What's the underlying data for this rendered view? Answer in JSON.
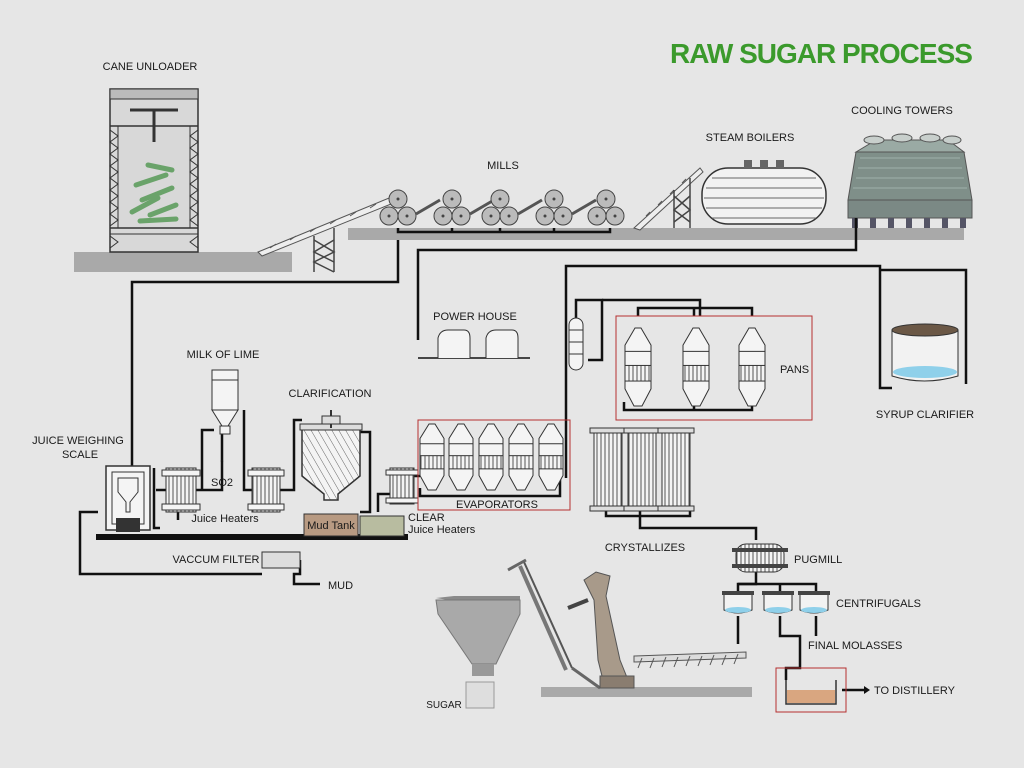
{
  "title": "RAW SUGAR PROCESS",
  "labels": {
    "cane_unloader": "CANE UNLOADER",
    "mills": "MILLS",
    "steam_boilers": "STEAM BOILERS",
    "cooling_towers": "COOLING TOWERS",
    "power_house": "POWER HOUSE",
    "pans": "PANS",
    "syrup_clarifier": "SYRUP CLARIFIER",
    "milk_of_lime": "MILK OF LIME",
    "clarification": "CLARIFICATION",
    "juice_weighing_scale_line1": "JUICE WEIGHING",
    "juice_weighing_scale_line2": "SCALE",
    "so2": "SO2",
    "so2_arrow": "↑",
    "juice_heaters": "Juice Heaters",
    "mud_tank": "Mud Tank",
    "clear": "CLEAR",
    "clear_juice_heaters": "Juice Heaters",
    "evaporators": "EVAPORATORS",
    "vaccum_filter": "VACCUM FILTER",
    "mud": "MUD",
    "crystallizes": "CRYSTALLIZES",
    "pugmill": "PUGMILL",
    "centrifugals": "CENTRIFUGALS",
    "final_molasses": "FINAL MOLASSES",
    "to_distillery": "TO DISTILLERY",
    "sugar": "SUGAR"
  },
  "colors": {
    "background": "#e6e6e6",
    "title_green": "#3b9a2c",
    "pipe": "#111111",
    "platform": "#a9a9a9",
    "equipment_fill": "#f4f4f4",
    "equipment_stroke": "#333333",
    "highlight_box": "#b53030",
    "mud_tank": "#b89a82",
    "clear_juice_tank": "#b8bca0",
    "liquid_blue": "#8fd0ea",
    "molasses": "#d9a680",
    "cane_green": "#6aa36a",
    "cooling_tower": "#8a9a94"
  }
}
